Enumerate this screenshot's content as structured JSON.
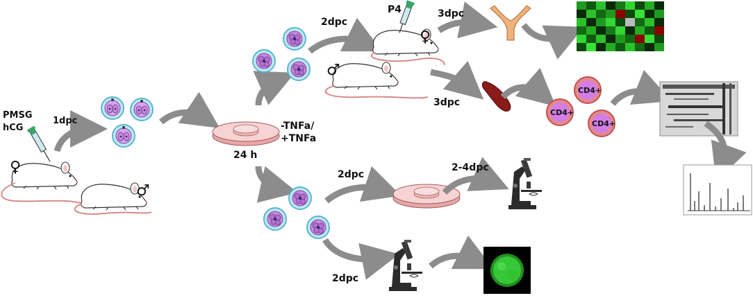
{
  "labels": {
    "hormones_line1": "PMSG",
    "hormones_line2": "hCG",
    "day1": "1dpc",
    "treatment_line1": "-TNFa/",
    "treatment_line2": "+TNFa",
    "incubation": "24 h",
    "transfer_upper": "2dpc",
    "progesterone": "P4",
    "uterus_step": "3dpc",
    "spleen_step": "3dpc",
    "culture_step": "2dpc",
    "culture_obs": "2-4dpc",
    "imaging_step": "2dpc",
    "cell_label_1": "CD4+",
    "cell_label_2": "CD4+",
    "cell_label_3": "CD4+"
  },
  "symbols": {
    "female": "♀",
    "male": "♂"
  },
  "colors": {
    "mouse_fill": "#ffffff",
    "mouse_tail": "#d98a8a",
    "embryo_zona": "#8fd3e8",
    "embryo_cell": "#c98ae0",
    "dish": "#f3c3c3",
    "arrow": "#8c8c8c",
    "uterus": "#f0b27a",
    "spleen": "#8b1a1a",
    "cd4_cell": "#e07070",
    "cd4_core": "#d27ee6",
    "microscope": "#2b2b2b",
    "fluorescence": "#3bd13b",
    "heatmap_green": "#22a822",
    "heatmap_red": "#8b0000"
  },
  "icons": [
    "syringe-icon",
    "mouse-icon",
    "embryo-icon",
    "petri-dish-icon",
    "uterus-icon",
    "spleen-icon",
    "cd4-cell-icon",
    "microscope-icon",
    "heatmap-icon",
    "gel-blot-icon",
    "mass-spectrum-icon",
    "fluorescent-embryo-icon"
  ]
}
